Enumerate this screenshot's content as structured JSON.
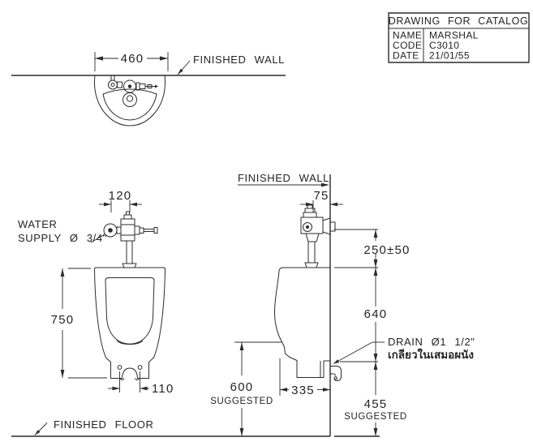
{
  "title_block": {
    "title": "DRAWING FOR CATALOG",
    "rows": [
      {
        "label": "NAME",
        "value": "MARSHAL"
      },
      {
        "label": "CODE",
        "value": "C3010"
      },
      {
        "label": "DATE",
        "value": "21/01/55"
      }
    ]
  },
  "labels": {
    "finished_wall": "FINISHED WALL",
    "finished_floor": "FINISHED FLOOR",
    "water_supply_line1": "WATER",
    "water_supply_line2": "SUPPLY Ø 3/4\"",
    "drain": "DRAIN Ø1 1/2\"",
    "drain_note_thai": "เกลียวในเสมอผนัง",
    "suggested": "SUGGESTED"
  },
  "dimensions": {
    "top_view_width": "460",
    "flush_valve_width": "120",
    "valve_wall_offset": "75",
    "body_height": "750",
    "valve_height_above_rim": "250±50",
    "rim_to_drain": "640",
    "fixing_hole_spacing": "110",
    "body_depth": "335",
    "rim_height": "600",
    "drain_height": "455"
  }
}
